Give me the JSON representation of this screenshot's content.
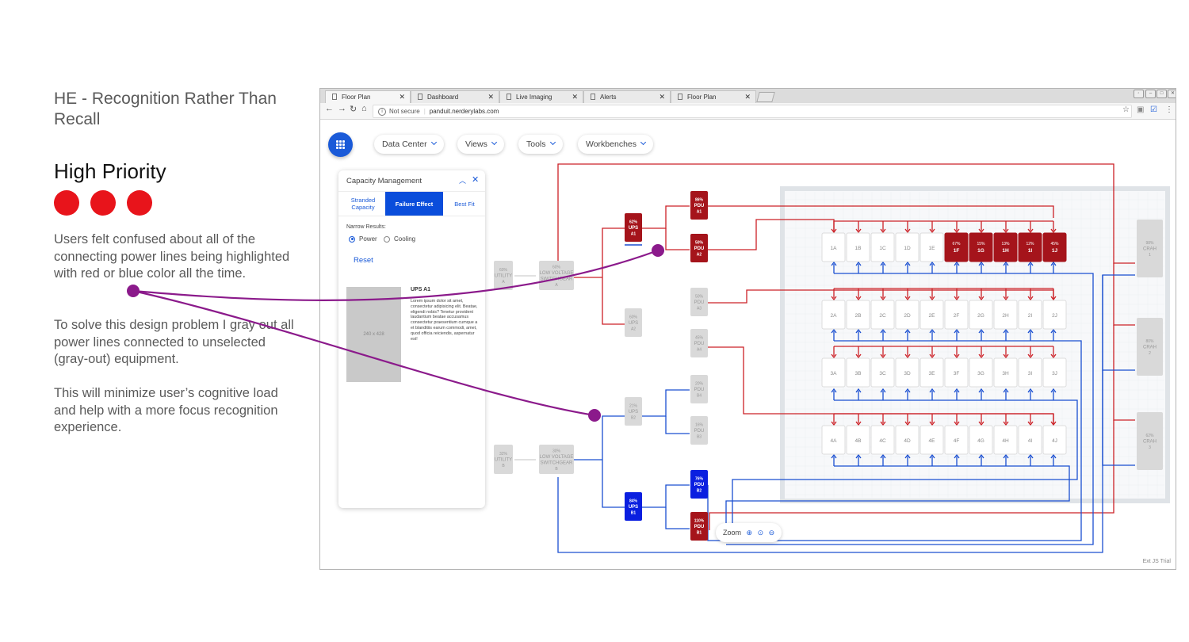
{
  "slide": {
    "title": "HE - Recognition Rather Than Recall",
    "priority": "High Priority",
    "paragraphs": [
      "Users felt confused about all of the connecting power lines being highlighted with red or blue color all the time.",
      "To solve this design problem I gray out all power lines connected to unselected (gray-out) equipment.",
      "This will minimize user’s cognitive load and help with a more focus recognition experience."
    ],
    "colors": {
      "priority_dot": "#e8141b",
      "callout_line": "#8b1a8b"
    }
  },
  "browser": {
    "tabs": [
      {
        "label": "Floor Plan",
        "active": true
      },
      {
        "label": "Dashboard",
        "active": false
      },
      {
        "label": "Live Imaging",
        "active": false
      },
      {
        "label": "Alerts",
        "active": false
      },
      {
        "label": "Floor Plan",
        "active": false
      }
    ],
    "not_secure": "Not secure",
    "url": "panduit.nerderylabs.com"
  },
  "app": {
    "nav": [
      {
        "label": "Data Center"
      },
      {
        "label": "Views"
      },
      {
        "label": "Tools"
      },
      {
        "label": "Workbenches"
      }
    ],
    "panel": {
      "title": "Capacity Management",
      "tabs": [
        {
          "label": "Stranded Capacity",
          "active": false
        },
        {
          "label": "Failure Effect",
          "active": true
        },
        {
          "label": "Best Fit",
          "active": false
        }
      ],
      "narrow_label": "Narrow Results:",
      "options": [
        {
          "label": "Power",
          "selected": true
        },
        {
          "label": "Cooling",
          "selected": false
        }
      ],
      "reset": "Reset",
      "image_placeholder": "240 x 428",
      "item_title": "UPS A1",
      "item_desc": "Lorem ipsum dolor sit amet, consectetur adipisicing elit. Beatae, eligendi nobis? Tenetur provident laudantium beatae accusamus consectetur praesentium cumque a et blanditiis earum commodi, amet, quod officia reiciendis, aspernatur est!"
    },
    "zoom_label": "Zoom",
    "watermark": "Ext JS Trial",
    "colors": {
      "red": "#cc2127",
      "dark_red": "#a5141b",
      "blue": "#1a4fd1",
      "dark_blue": "#0a1fe0",
      "gray_node": "#d9d9d9"
    },
    "nodes": [
      {
        "id": "utility-a",
        "lines": [
          "60%",
          "UTILITY",
          "A"
        ],
        "state": "gray"
      },
      {
        "id": "lvs-a",
        "lines": [
          "60%",
          "LOW VOLTAGE",
          "SWITCHGEAR",
          "A"
        ],
        "state": "gray"
      },
      {
        "id": "ups-a1",
        "lines": [
          "62%",
          "UPS",
          "A1"
        ],
        "state": "red"
      },
      {
        "id": "ups-a2",
        "lines": [
          "60%",
          "UPS",
          "A2"
        ],
        "state": "gray"
      },
      {
        "id": "pdu-a1",
        "lines": [
          "86%",
          "PDU",
          "A1"
        ],
        "state": "red"
      },
      {
        "id": "pdu-a2",
        "lines": [
          "50%",
          "PDU",
          "A2"
        ],
        "state": "red"
      },
      {
        "id": "pdu-a3",
        "lines": [
          "50%",
          "PDU",
          "A3"
        ],
        "state": "gray"
      },
      {
        "id": "pdu-a4",
        "lines": [
          "45%",
          "PDU",
          "A4"
        ],
        "state": "gray"
      },
      {
        "id": "utility-b",
        "lines": [
          "32%",
          "UTILITY",
          "B"
        ],
        "state": "gray"
      },
      {
        "id": "lvs-b",
        "lines": [
          "30%",
          "LOW VOLTAGE",
          "SWITCHGEAR",
          "B"
        ],
        "state": "gray"
      },
      {
        "id": "ups-b2",
        "lines": [
          "21%",
          "UPS",
          "B2"
        ],
        "state": "gray"
      },
      {
        "id": "ups-b1",
        "lines": [
          "84%",
          "UPS",
          "B1"
        ],
        "state": "blue"
      },
      {
        "id": "pdu-b4",
        "lines": [
          "20%",
          "PDU",
          "B4"
        ],
        "state": "gray"
      },
      {
        "id": "pdu-b3",
        "lines": [
          "16%",
          "PDU",
          "B3"
        ],
        "state": "gray"
      },
      {
        "id": "pdu-b2",
        "lines": [
          "76%",
          "PDU",
          "B2"
        ],
        "state": "blue"
      },
      {
        "id": "pdu-b1",
        "lines": [
          "110%",
          "PDU",
          "B1"
        ],
        "state": "red"
      },
      {
        "id": "crah-1",
        "lines": [
          "98%",
          "CRAH",
          "1"
        ],
        "state": "gray"
      },
      {
        "id": "crah-2",
        "lines": [
          "80%",
          "CRAH",
          "2"
        ],
        "state": "gray"
      },
      {
        "id": "crah-3",
        "lines": [
          "62%",
          "CRAH",
          "3"
        ],
        "state": "gray"
      }
    ],
    "racks": [
      {
        "row": "1",
        "items": [
          {
            "label": "1A"
          },
          {
            "label": "1B"
          },
          {
            "label": "1C"
          },
          {
            "label": "1D"
          },
          {
            "label": "1E"
          },
          {
            "label": "1F",
            "pct": "67%",
            "hot": true
          },
          {
            "label": "1G",
            "pct": "15%",
            "hot": true
          },
          {
            "label": "1H",
            "pct": "13%",
            "hot": true
          },
          {
            "label": "1I",
            "pct": "12%",
            "hot": true
          },
          {
            "label": "1J",
            "pct": "45%",
            "hot": true
          }
        ]
      },
      {
        "row": "2",
        "items": [
          {
            "label": "2A"
          },
          {
            "label": "2B"
          },
          {
            "label": "2C"
          },
          {
            "label": "2D"
          },
          {
            "label": "2E"
          },
          {
            "label": "2F"
          },
          {
            "label": "2G"
          },
          {
            "label": "2H"
          },
          {
            "label": "2I"
          },
          {
            "label": "2J"
          }
        ]
      },
      {
        "row": "3",
        "items": [
          {
            "label": "3A"
          },
          {
            "label": "3B"
          },
          {
            "label": "3C"
          },
          {
            "label": "3D"
          },
          {
            "label": "3E"
          },
          {
            "label": "3F"
          },
          {
            "label": "3G"
          },
          {
            "label": "3H"
          },
          {
            "label": "3I"
          },
          {
            "label": "3J"
          }
        ]
      },
      {
        "row": "4",
        "items": [
          {
            "label": "4A"
          },
          {
            "label": "4B"
          },
          {
            "label": "4C"
          },
          {
            "label": "4D"
          },
          {
            "label": "4E"
          },
          {
            "label": "4F"
          },
          {
            "label": "4G"
          },
          {
            "label": "4H"
          },
          {
            "label": "4I"
          },
          {
            "label": "4J"
          }
        ]
      }
    ]
  }
}
